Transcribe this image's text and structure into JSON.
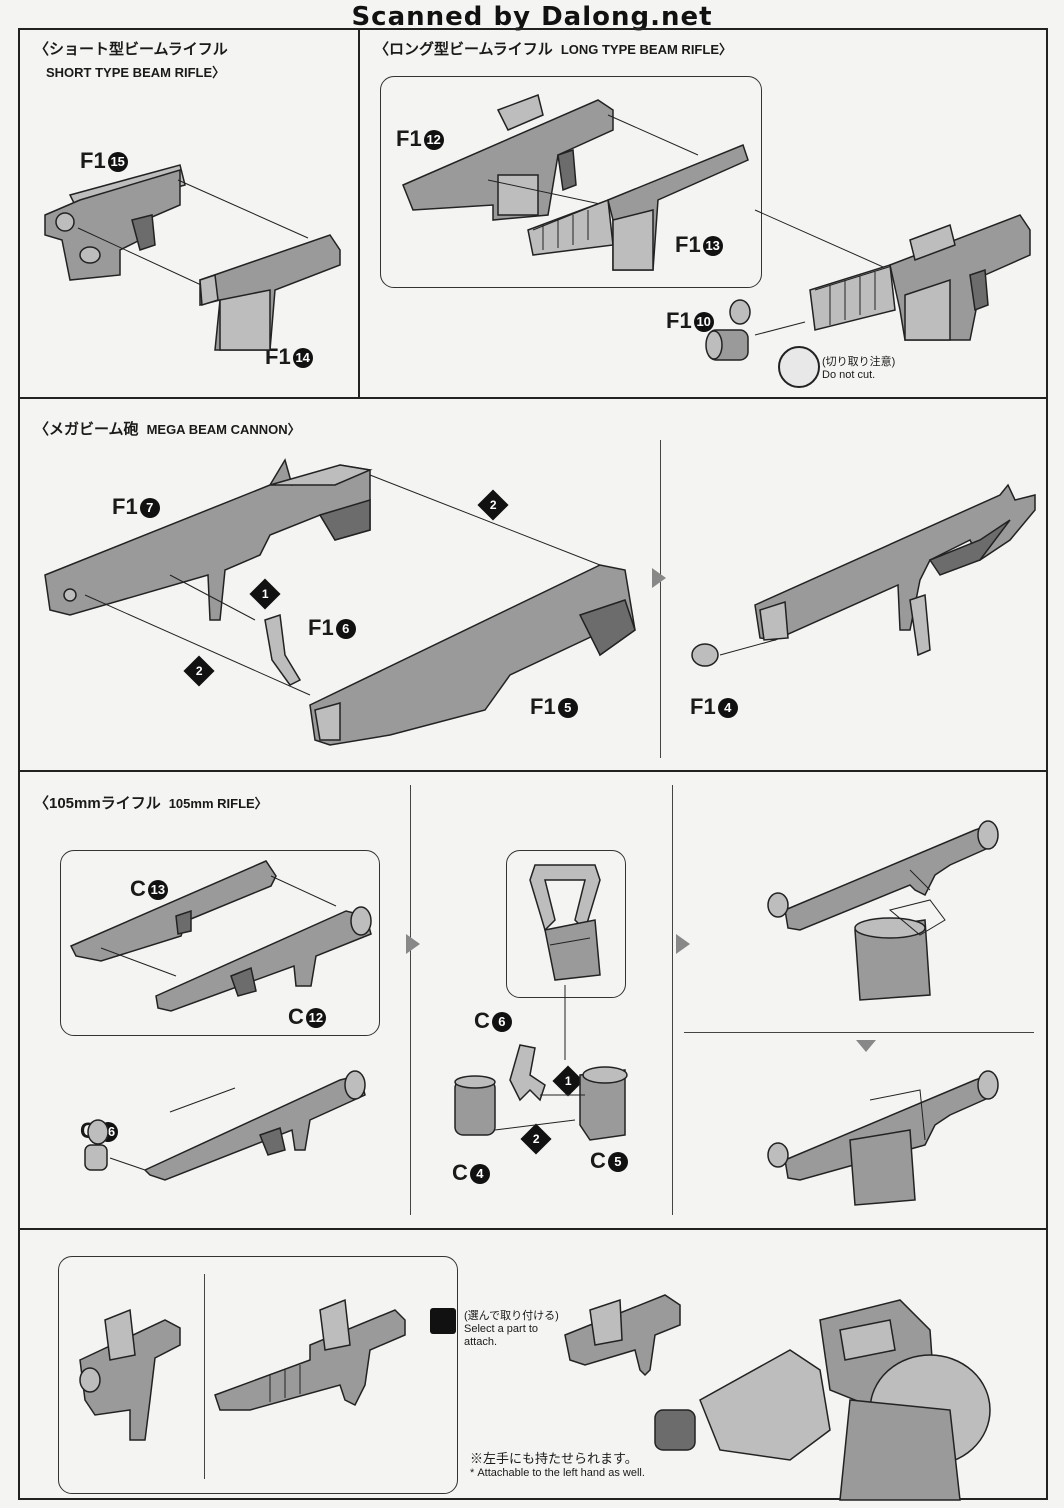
{
  "watermark": "Scanned by Dalong.net",
  "short_rifle": {
    "title_jp": "〈ショート型ビームライフル",
    "title_en": "SHORT TYPE BEAM RIFLE〉",
    "parts": [
      "F1",
      "F1"
    ],
    "nums": [
      "15",
      "14"
    ]
  },
  "long_rifle": {
    "title_jp": "〈ロング型ビームライフル",
    "title_en": "LONG TYPE BEAM RIFLE〉",
    "parts": [
      "F1",
      "F1",
      "F1"
    ],
    "nums": [
      "12",
      "13",
      "10"
    ],
    "nocut_jp": "(切り取り注意)",
    "nocut_en": "Do not cut."
  },
  "mega_cannon": {
    "title_jp": "〈メガビーム砲",
    "title_en": "MEGA BEAM CANNON〉",
    "parts": [
      "F1",
      "F1",
      "F1",
      "F1"
    ],
    "nums": [
      "7",
      "6",
      "5",
      "4"
    ],
    "steps": [
      "1",
      "2",
      "2"
    ]
  },
  "rifle105": {
    "title_jp": "〈105mmライフル",
    "title_en": "105mm RIFLE〉",
    "parts": [
      "C",
      "C",
      "C",
      "C",
      "C",
      "C"
    ],
    "nums": [
      "13",
      "12",
      "16",
      "6",
      "4",
      "5"
    ],
    "steps": [
      "1",
      "2"
    ]
  },
  "attach": {
    "select_jp": "(選んで取り付ける)",
    "select_en_1": "Select a part to",
    "select_en_2": "attach.",
    "left_jp": "※左手にも持たせられます。",
    "left_en": "* Attachable to the left hand as well."
  }
}
